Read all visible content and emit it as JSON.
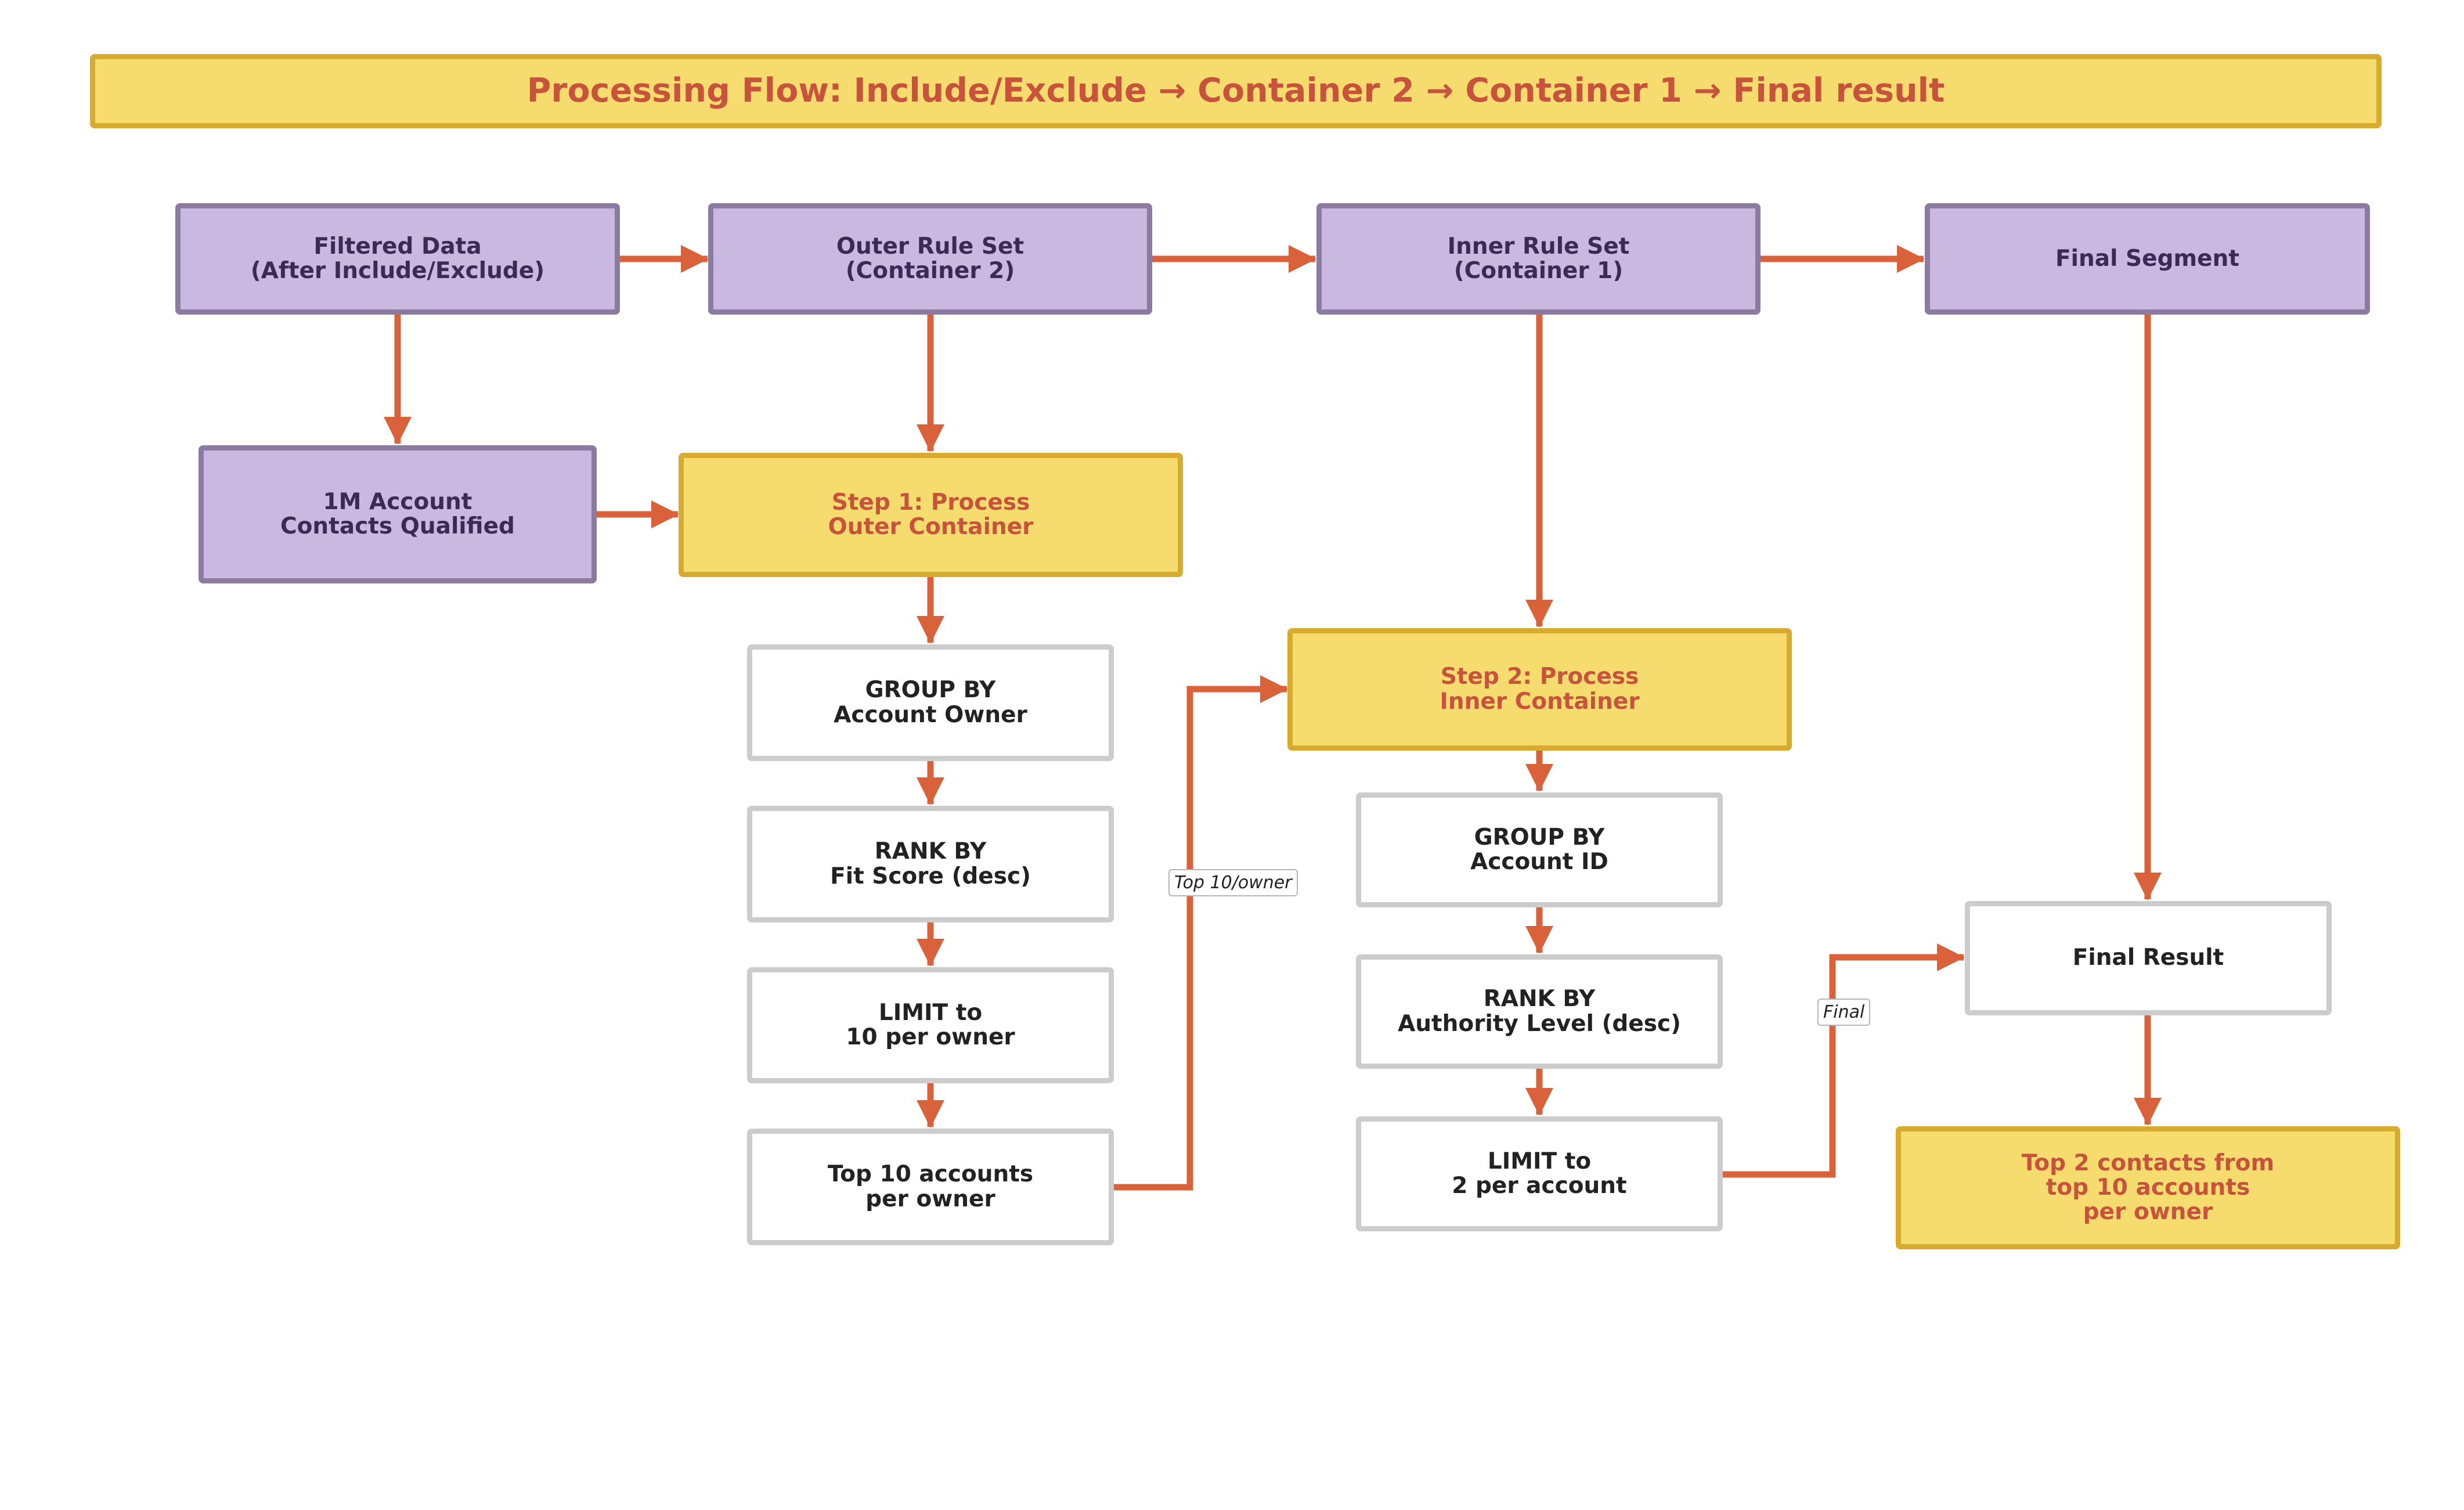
{
  "title": "Processing Flow: Include/Exclude → Container 2 → Container 1 → Final result",
  "colors": {
    "connector": "#d9623b",
    "purple_fill": "#c9b8e0",
    "purple_border": "#8c7ba0",
    "yellow_fill": "#f6db6e",
    "yellow_border": "#d6ab30",
    "white_border": "#cccccc"
  },
  "nodes": {
    "filtered": [
      "Filtered Data",
      "(After Include/Exclude)"
    ],
    "outer": [
      "Outer Rule Set",
      "(Container 2)"
    ],
    "inner": [
      "Inner Rule Set",
      "(Container 1)"
    ],
    "final_segment": [
      "Final Segment"
    ],
    "qualified": [
      "1M Account",
      "Contacts Qualified"
    ],
    "step1": [
      "Step 1: Process",
      "Outer Container"
    ],
    "group_owner": [
      "GROUP BY",
      "Account Owner"
    ],
    "rank_fit": [
      "RANK BY",
      "Fit Score (desc)"
    ],
    "limit_owner": [
      "LIMIT to",
      "10 per owner"
    ],
    "top10": [
      "Top 10 accounts",
      "per owner"
    ],
    "step2": [
      "Step 2: Process",
      "Inner Container"
    ],
    "group_account": [
      "GROUP BY",
      "Account ID"
    ],
    "rank_authority": [
      "RANK BY",
      "Authority Level (desc)"
    ],
    "limit_account": [
      "LIMIT to",
      "2 per account"
    ],
    "final_result": [
      "Final Result"
    ],
    "top2": [
      "Top 2 contacts from",
      "top 10 accounts",
      "per owner"
    ]
  },
  "edge_labels": {
    "top10_owner": "Top 10/owner",
    "final": "Final"
  }
}
